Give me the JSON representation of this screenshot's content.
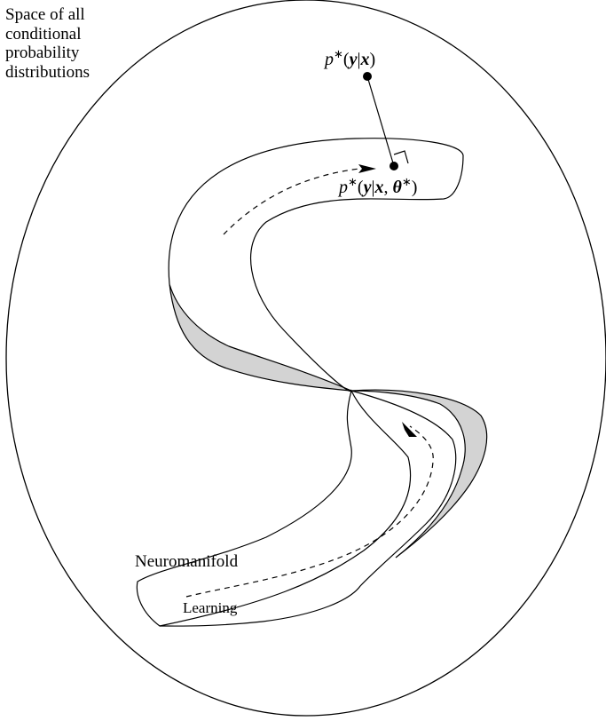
{
  "diagram": {
    "space_label": [
      "Space of all",
      "conditional",
      "probability",
      "distributions"
    ],
    "manifold_label": "Neuromanifold",
    "learning_label": "Learning",
    "target_point": {
      "prefix": "p",
      "star": "∗",
      "open": "(",
      "y": "y",
      "bar": "|",
      "x": "x",
      "close": ")"
    },
    "projection_point": {
      "prefix": "p",
      "star": "∗",
      "open": "(",
      "y": "y",
      "bar": "|",
      "x": "x",
      "comma": ", ",
      "theta": "θ",
      "theta_star": "∗",
      "close": ")"
    },
    "colors": {
      "stroke": "#000000",
      "fold_fill": "#d3d3d3",
      "background": "#ffffff"
    }
  }
}
